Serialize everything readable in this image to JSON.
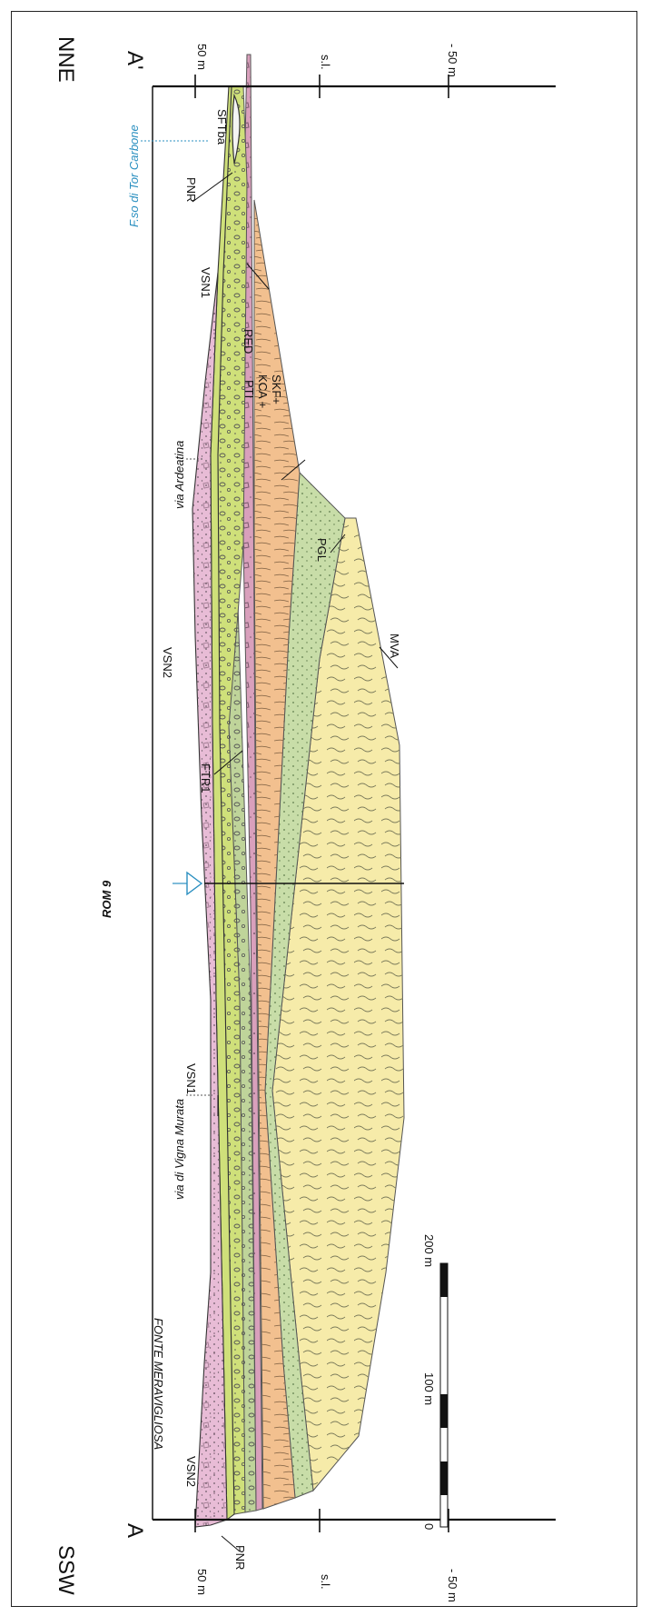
{
  "section": {
    "start_label": "A",
    "end_label": "A'",
    "start_direction": "SSW",
    "end_direction": "NNE"
  },
  "elevation_axis": {
    "top": "50 m",
    "middle": "s.l.",
    "bottom": "- 50 m"
  },
  "places": {
    "creek": "F.so di Tor Carbone",
    "road_1": "via Ardeatina",
    "road_2": "via di Vigna Murata",
    "locality": "FONTE MERAVIGLIOSA",
    "borehole": "ROM 9"
  },
  "units": {
    "sftba": "SFTba",
    "pnr_top": "PNR",
    "vsn1_top": "VSN1",
    "red": "RED",
    "skf": "SKF+",
    "kca": "KCA +",
    "pti": "PTI",
    "pgl": "PGL",
    "vsn2_mid": "VSN2",
    "mva": "MVA",
    "ftr1": "FTR1",
    "vsn1_bottom": "VSN1",
    "vsn2_bottom": "VSN2",
    "pnr_bottom": "PNR"
  },
  "scale_bar": {
    "tick_0": "0",
    "tick_100": "100 m",
    "tick_200": "200 m"
  },
  "colors": {
    "vsn_pink": "#e8bcd6",
    "pnr_green": "#cfe07a",
    "red_mauve": "#d9a0bc",
    "skf_orange": "#f2c08f",
    "pgl_sage": "#c8dda8",
    "mva_yellow": "#f6eba9",
    "ftr_green": "#bfd49a",
    "label_blue": "#2a8fc0"
  }
}
